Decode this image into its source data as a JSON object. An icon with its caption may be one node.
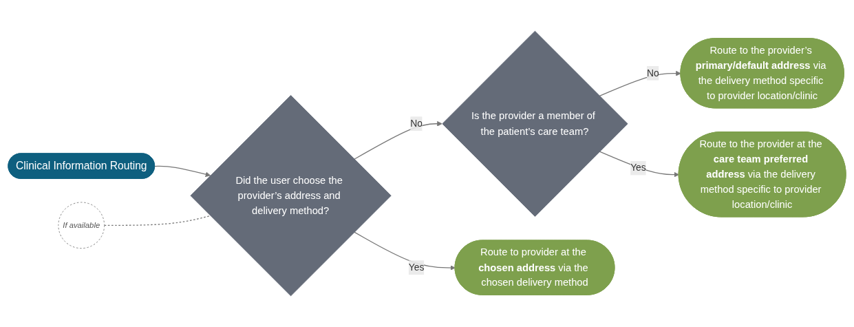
{
  "diagram": {
    "nodes": [
      {
        "text": [
          "Clinical Information Routing"
        ]
      },
      {
        "text": [
          "Did the user choose the provider’s address and delivery method?"
        ]
      },
      {
        "text": [
          "If available"
        ]
      },
      {
        "text": [
          "Is the provider a member of the patient’s care team?"
        ]
      },
      {
        "text": [
          "Route to the provider’s **primary/default address** via the delivery method specific to provider location/clinic"
        ]
      },
      {
        "text": [
          "Route to provider at the **chosen address** via the chosen delivery method"
        ]
      },
      {
        "text": [
          "Route to the provider at the **care team preferred address** via the delivery method specific to provider location/clinic"
        ]
      }
    ],
    "edges": [
      {
        "from": 0,
        "to": 1,
        "arrow": "to"
      },
      {
        "from": 2,
        "to": 1,
        "arrow": "none",
        "style": "dashed"
      },
      {
        "from": 1,
        "to": 3,
        "arrow": "to",
        "label": "No"
      },
      {
        "from": 3,
        "to": 4,
        "arrow": "to",
        "label": "No"
      },
      {
        "from": 1,
        "to": 5,
        "arrow": "to",
        "label": "Yes"
      },
      {
        "from": 3,
        "to": 6,
        "arrow": "to",
        "label": "Yes"
      }
    ]
  }
}
